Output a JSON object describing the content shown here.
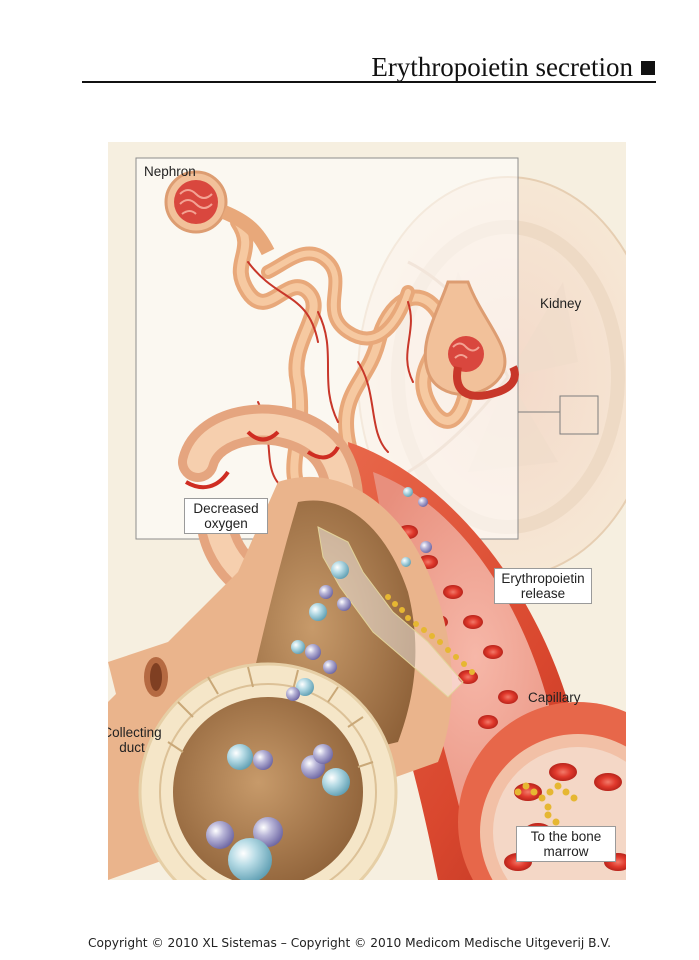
{
  "header": {
    "title": "Erythropoietin secretion"
  },
  "figure": {
    "labels": {
      "nephron": "Nephron",
      "kidney": "Kidney",
      "decreased_oxygen": "Decreased oxygen",
      "erythropoietin_release": "Erythropoietin release",
      "capillary": "Capillary",
      "collecting_duct": "Collecting duct",
      "to_bone_marrow": "To the bone marrow"
    }
  },
  "footer": {
    "copyright": "Copyright © 2010 XL Sistemas – Copyright © 2010 Medicom Medische Uitgeverij B.V."
  }
}
